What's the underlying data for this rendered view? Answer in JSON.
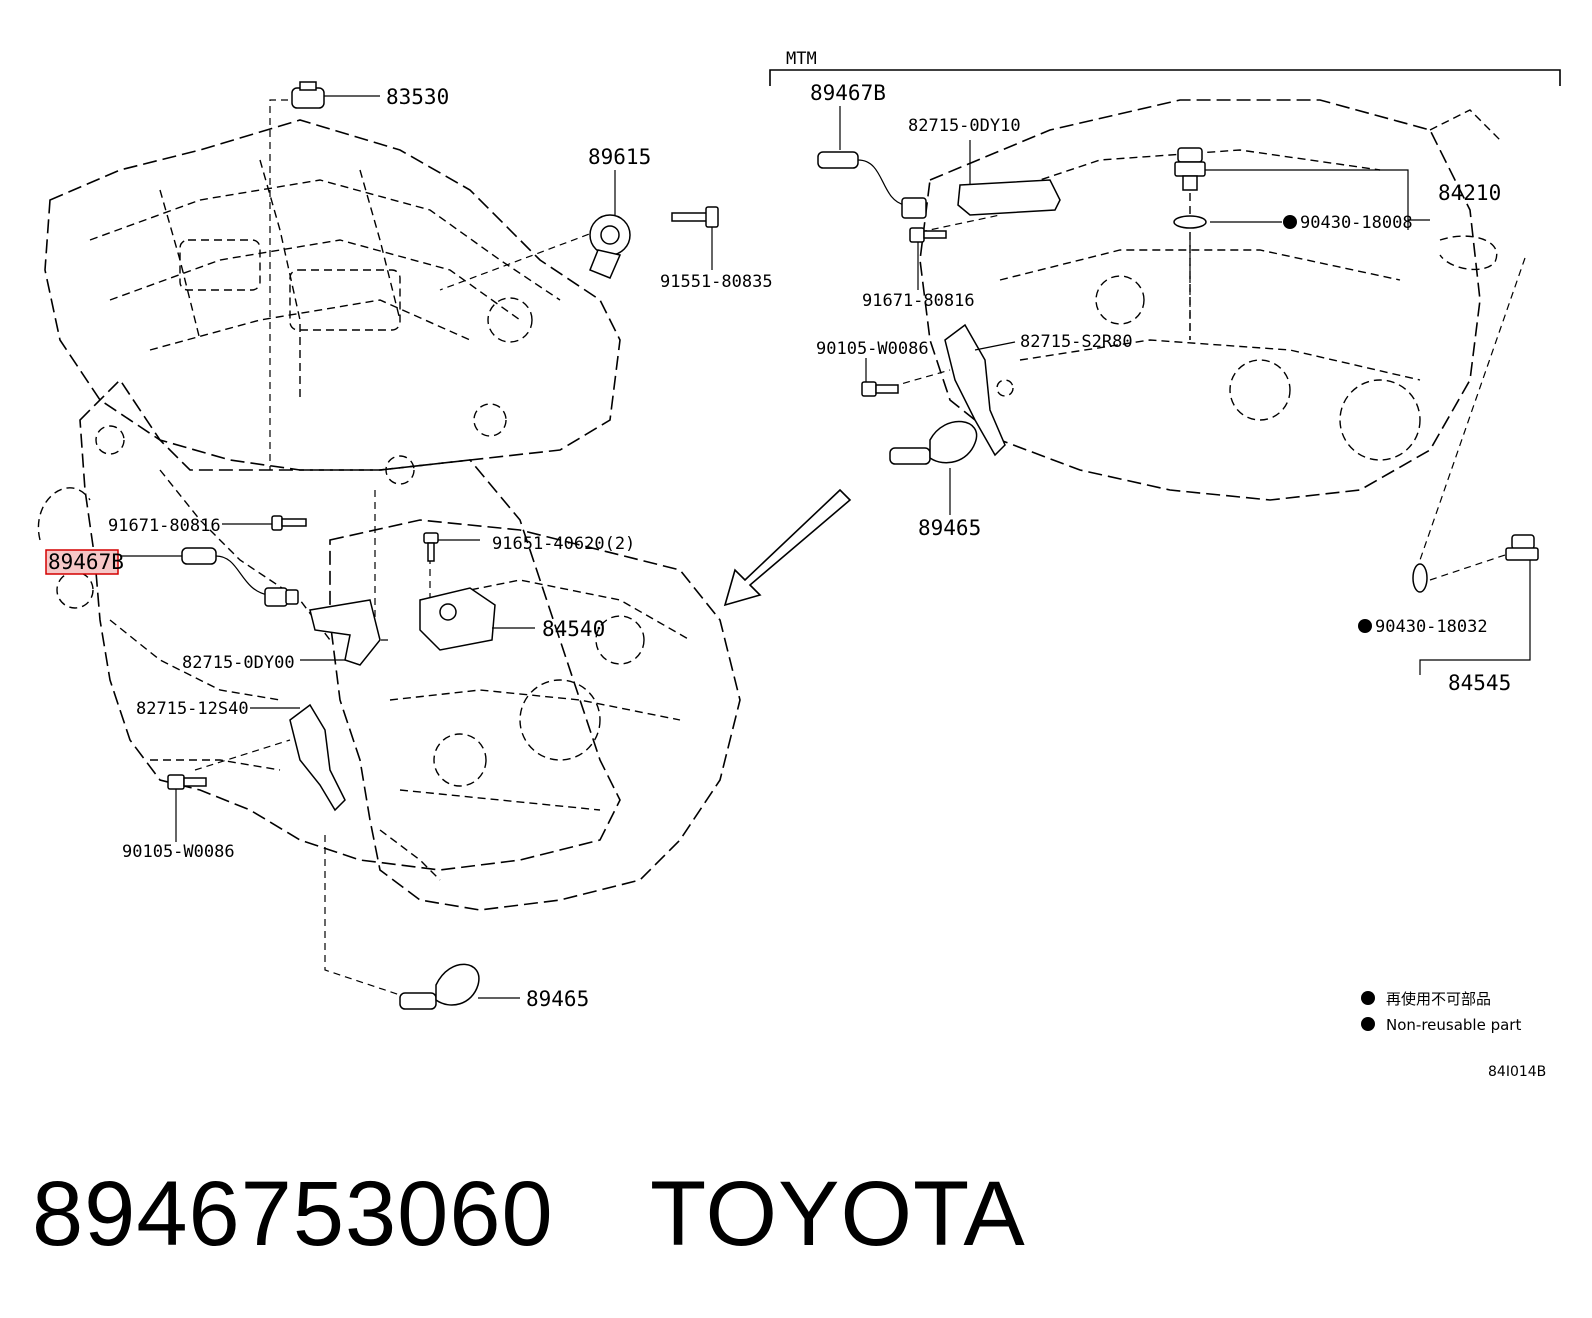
{
  "diagram": {
    "labels": {
      "mtm": "MTM",
      "p83530": "83530",
      "p89615": "89615",
      "p91551": "91551-80835",
      "p91671_left": "91671-80816",
      "p89467b_left": "89467B",
      "p91651": "91651-40620(2)",
      "p84540": "84540",
      "p82715_0dy00": "82715-0DY00",
      "p82715_12s40": "82715-12S40",
      "p90105_left": "90105-W0086",
      "p89465_bottom": "89465",
      "p89467b_right": "89467B",
      "p82715_0dy10": "82715-0DY10",
      "p91671_right": "91671-80816",
      "p90105_right": "90105-W0086",
      "p82715_s2r80": "82715-S2R80",
      "p89465_right": "89465",
      "p84210": "84210",
      "p90430_18008": "90430-18008",
      "p90430_18032": "90430-18032",
      "p84545": "84545"
    },
    "highlighted_part": "89467B",
    "highlight_color": "#d40000",
    "legend": {
      "jp": "再使用不可部品",
      "en": "Non-reusable part"
    },
    "diagram_code": "84I014B"
  },
  "caption": {
    "part_number": "8946753060",
    "brand": "TOYOTA"
  }
}
